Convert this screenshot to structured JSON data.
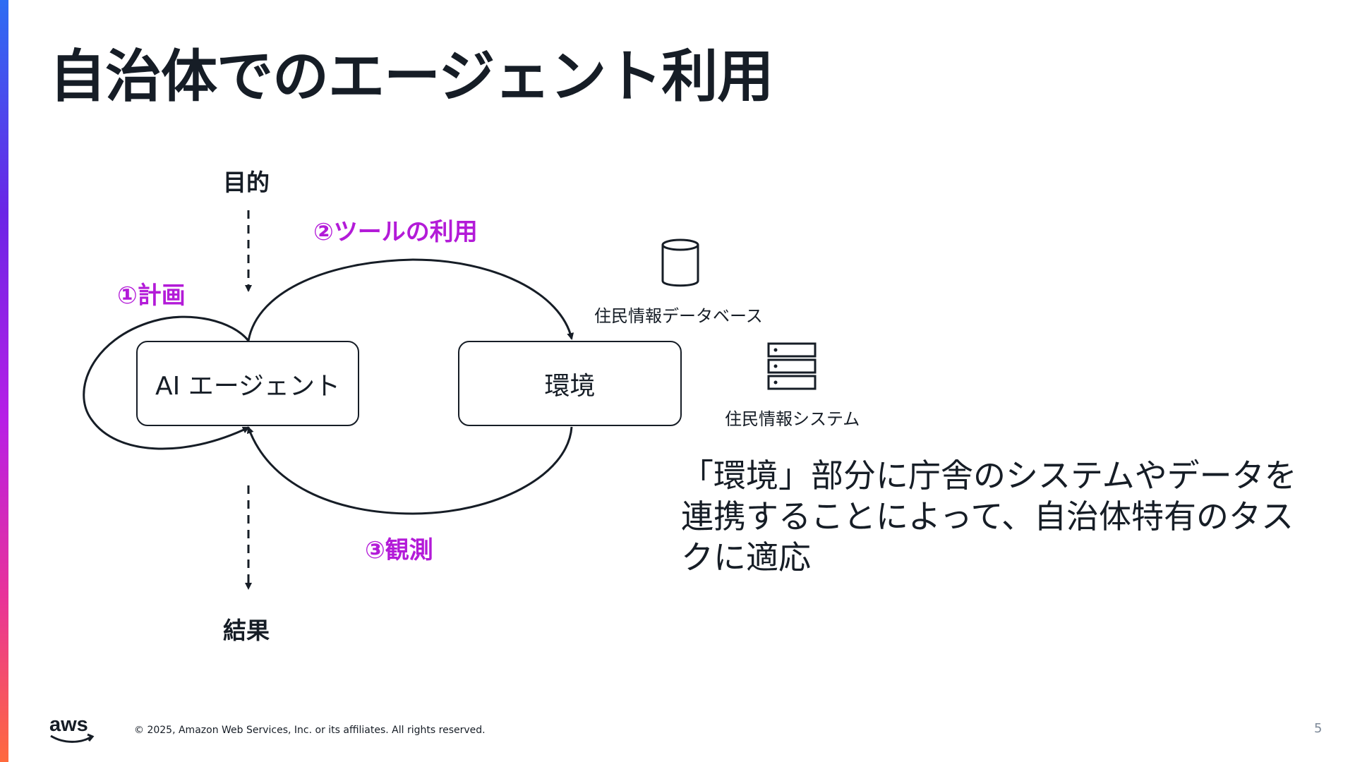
{
  "slide": {
    "title": "自治体でのエージェント利用",
    "page_number": "5",
    "copyright": "© 2025, Amazon Web Services, Inc. or its affiliates. All rights reserved.",
    "logo_text": "aws",
    "accent_gradient": [
      "#2c6df3",
      "#6b25e6",
      "#b71fe6",
      "#e8329a",
      "#ff6a3d"
    ]
  },
  "diagram": {
    "goal_label": "目的",
    "result_label": "結果",
    "agent_label": "AI エージェント",
    "environment_label": "環境",
    "step1_label": "①計画",
    "step2_label": "②ツールの利用",
    "step3_label": "③観測",
    "resources": [
      {
        "label": "住民情報データベース",
        "icon": "database-icon"
      },
      {
        "label": "住民情報システム",
        "icon": "server-icon"
      }
    ],
    "colors": {
      "step_label": "#b31bd8",
      "line": "#161d26"
    }
  },
  "description": {
    "text": "「環境」部分に庁舎のシステムやデータを連携することによって、自治体特有のタスクに適応"
  }
}
